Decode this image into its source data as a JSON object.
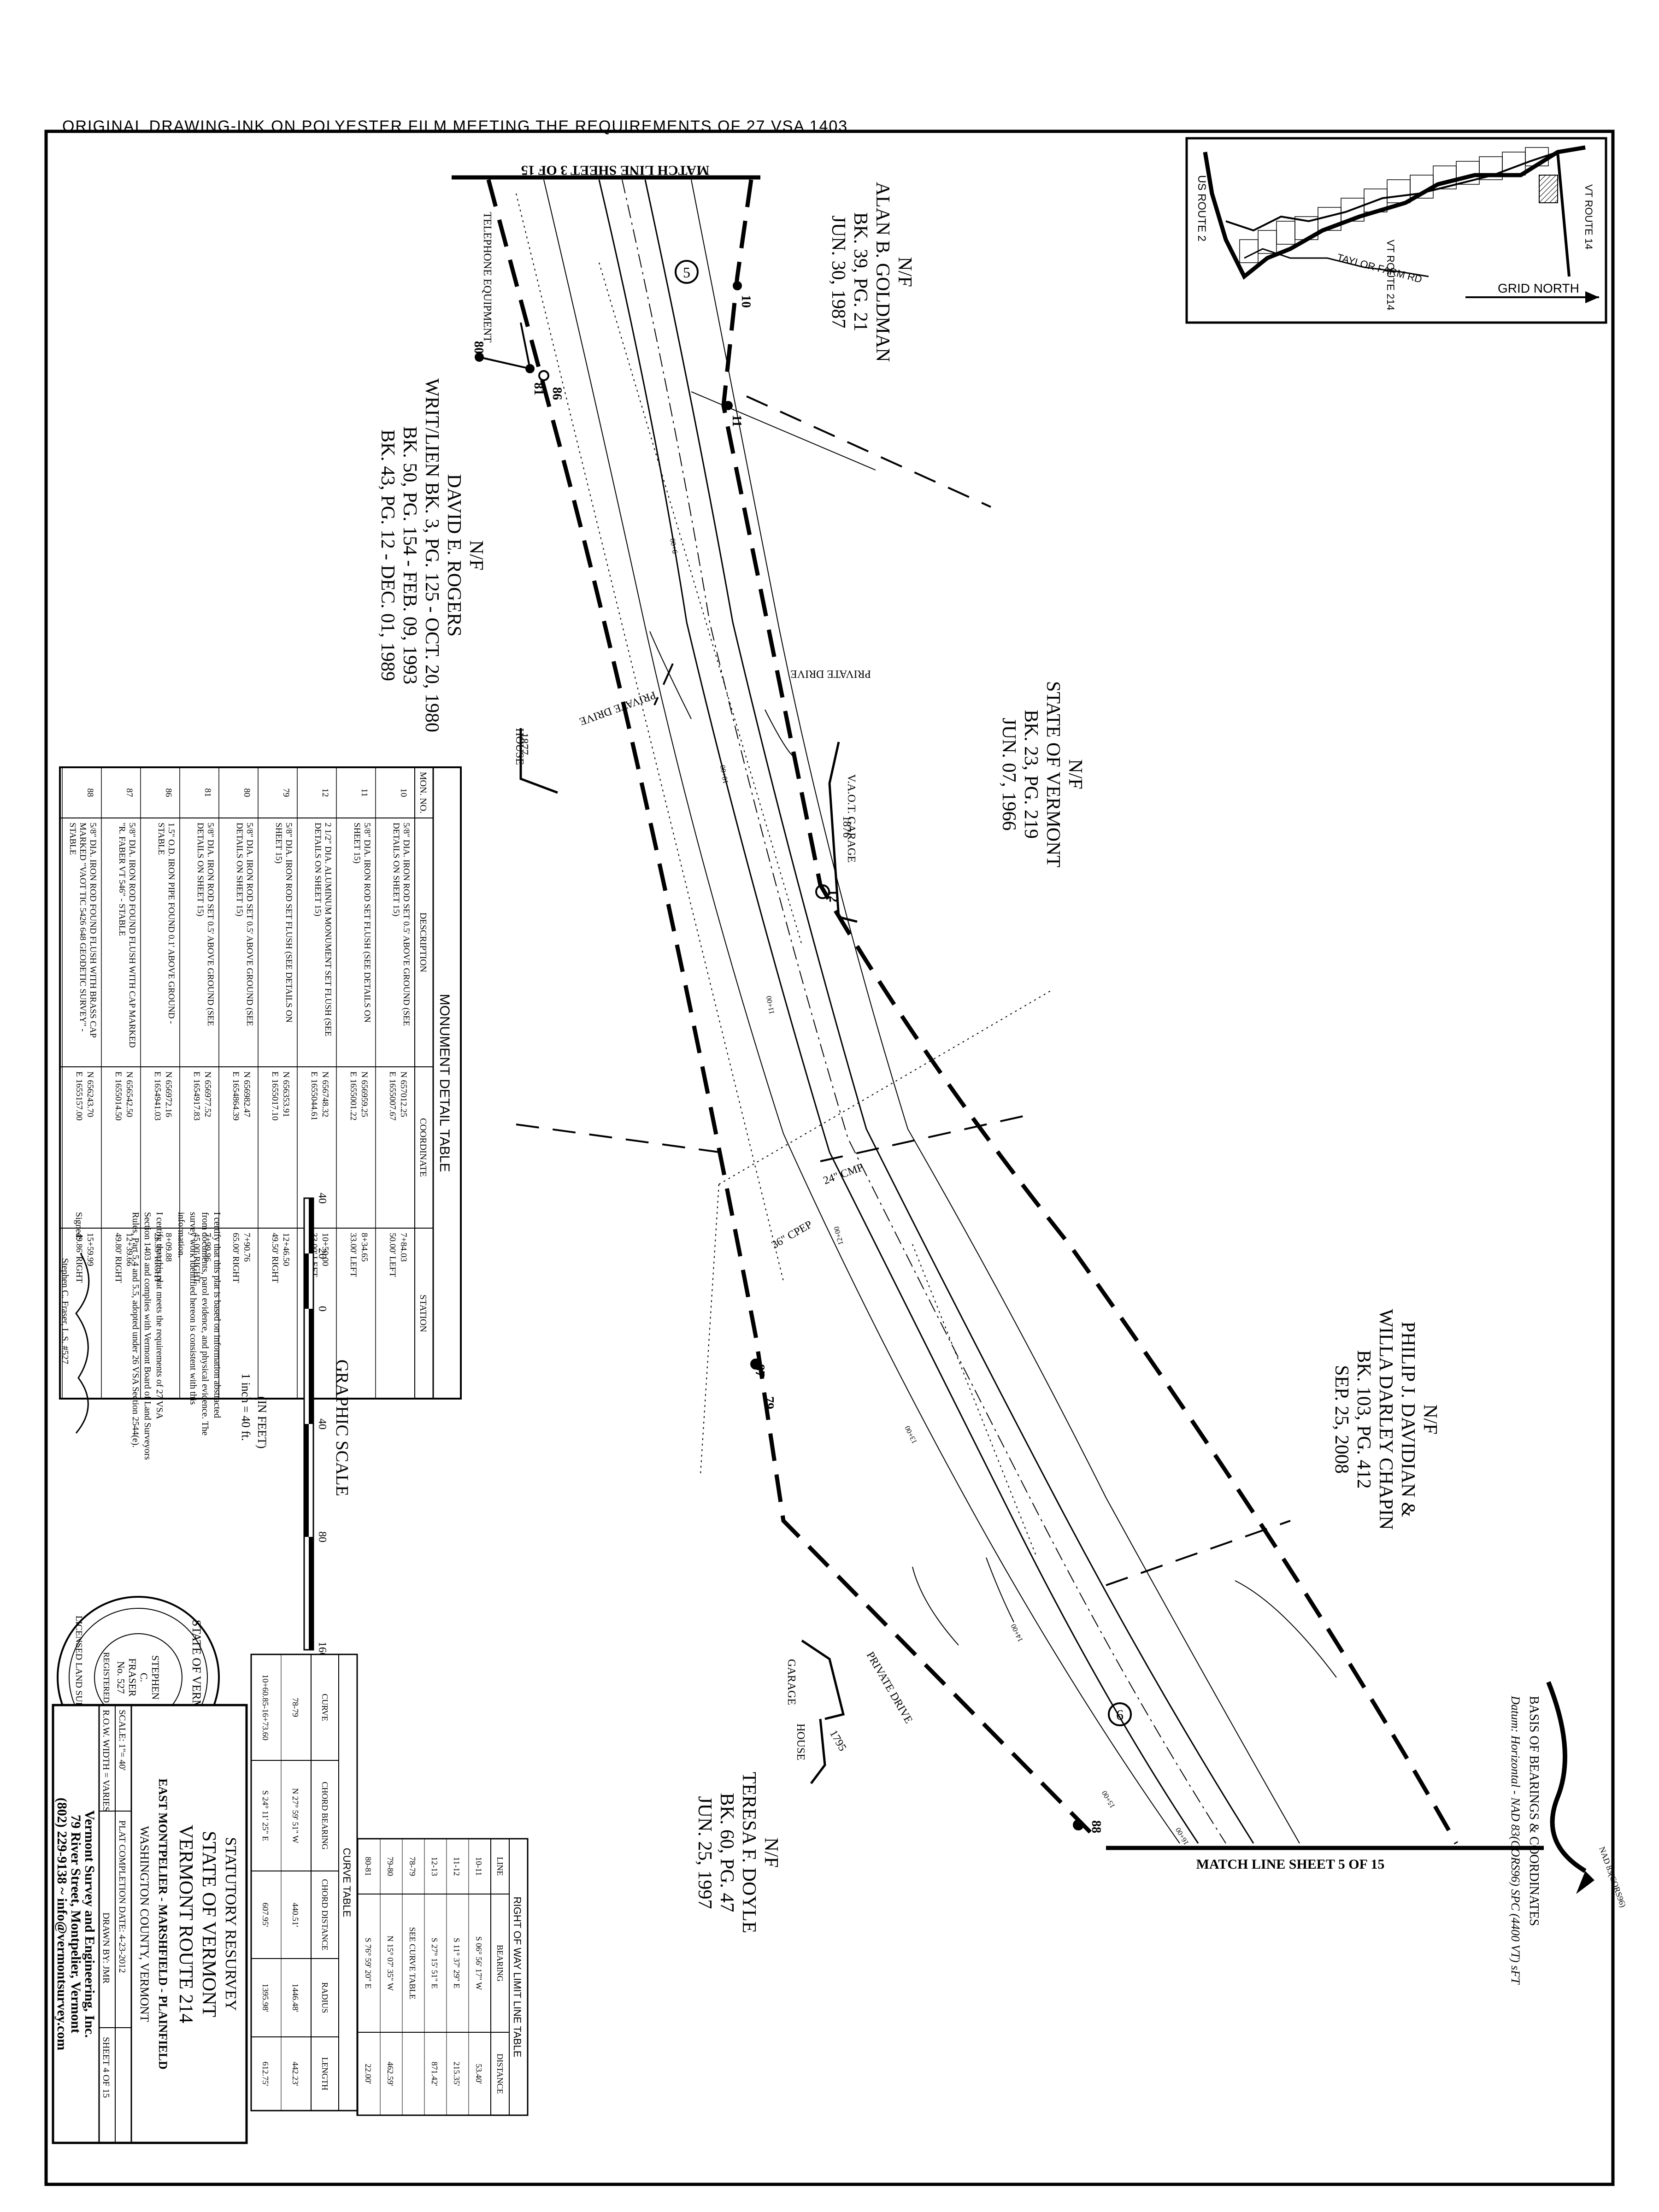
{
  "header_note": "ORIGINAL DRAWING-INK ON POLYESTER FILM MEETING THE REQUIREMENTS OF 27 VSA 1403",
  "match_lines": {
    "top": "MATCH LINE SHEET 3 OF 15",
    "bottom": "MATCH LINE SHEET 5 OF 15"
  },
  "parcels": [
    {
      "number": "5",
      "lines": [
        "N/F",
        "ALAN B. GOLDMAN",
        "BK. 39, PG. 21",
        "JUN. 30, 1987"
      ]
    },
    {
      "number": "",
      "lines": [
        "N/F",
        "DAVID E. ROGERS",
        "WRIT/LIEN BK. 3, PG. 125 - OCT. 20, 1980",
        "BK. 50, PG. 154 - FEB. 09, 1993",
        "BK. 43, PG. 12 - DEC. 01, 1989"
      ]
    },
    {
      "number": "",
      "lines": [
        "N/F",
        "STATE OF VERMONT",
        "BK. 23, PG. 219",
        "JUN. 07, 1966"
      ]
    },
    {
      "number": "",
      "lines": [
        "N/F",
        "PHILIP J. DAVIDIAN &",
        "WILLA DARLEY CHAPIN",
        "BK. 103, PG. 412",
        "SEP. 25, 2008"
      ]
    },
    {
      "number": "6",
      "lines": [
        "N/F",
        "TERESA F. DOYLE",
        "BK. 60, PG. 47",
        "JUN. 25, 1997"
      ]
    }
  ],
  "map_labels": {
    "telephone": "TELEPHONE EQUIPMENT",
    "private_drive": "PRIVATE DRIVE",
    "house": "HOUSE",
    "garage": "GARAGE",
    "vaot_garage": "V.A.O.T. GARAGE",
    "yr_1877": "1877",
    "yr_1876": "1876",
    "yr_1795": "1795",
    "cmp": "24\" CMP",
    "cpep": "36\" CPEP"
  },
  "monuments": [
    "10",
    "11",
    "12",
    "79",
    "80",
    "81",
    "86",
    "87",
    "88"
  ],
  "stations": [
    "9+00",
    "10+00",
    "11+00",
    "12+00",
    "13+00",
    "14+00",
    "15+00",
    "16+00"
  ],
  "locus_map": {
    "labels": [
      "US ROUTE 2",
      "VT ROUTE 214",
      "TAYLOR FARM RD",
      "VT ROUTE 14",
      "GRID NORTH"
    ]
  },
  "basis": {
    "title": "BASIS OF BEARINGS & COORDINATES",
    "datum": "Datum: Horizontal - NAD 83(CORS96) SPC (4400 VT) sFT",
    "arrow_label": "NAD 83(CORS96)"
  },
  "monument_table": {
    "title": "MONUMENT DETAIL TABLE",
    "headers": [
      "MON. NO.",
      "DESCRIPTION",
      "COORDINATE",
      "STATION"
    ],
    "rows": [
      [
        "10",
        "5/8\" DIA. IRON ROD SET 0.5' ABOVE GROUND (SEE DETAILS ON SHEET 15)",
        "N 657012.25 E 1655007.67",
        "7+84.03 50.00' LEFT"
      ],
      [
        "11",
        "5/8\" DIA. IRON ROD SET FLUSH (SEE DETAILS ON SHEET 15)",
        "N 656959.25 E 1655001.22",
        "8+34.65 33.00' LEFT"
      ],
      [
        "12",
        "2 1/2\" DIA. ALUMINUM MONUMENT SET FLUSH (SEE DETAILS ON SHEET 15)",
        "N 656748.32 E 1655044.61",
        "10+50.00 33.00' LEFT"
      ],
      [
        "79",
        "5/8\" DIA. IRON ROD SET FLUSH (SEE DETAILS ON SHEET 15)",
        "N 656353.91 E 1655017.10",
        "12+46.50 49.50' RIGHT"
      ],
      [
        "80",
        "5/8\" DIA. IRON ROD SET 0.5' ABOVE GROUND (SEE DETAILS ON SHEET 15)",
        "N 656982.47 E 1654864.39",
        "7+90.76 65.00' RIGHT"
      ],
      [
        "81",
        "5/8\" DIA. IRON ROD SET 0.5' ABOVE GROUND (SEE DETAILS ON SHEET 15)",
        "N 656977.52 E 1654917.83",
        "7+99.96 45.00' RIGHT"
      ],
      [
        "86",
        "1.5\" O.D. IRON PIPE FOUND 0.1' ABOVE GROUND - STABLE",
        "N 656972.16 E 1654941.03",
        "8+09.88 26.35' RIGHT"
      ],
      [
        "87",
        "5/8\" DIA. IRON ROD FOUND FLUSH WITH CAP MARKED \"R. FABER VT 546\" - STABLE",
        "N 656542.50 E 1655014.50",
        "12+39.66 49.80' RIGHT"
      ],
      [
        "88",
        "5/8\" DIA. IRON ROD FOUND FLUSH WITH BRASS CAP MARKED \"VAOT TIC 5426 648 GEODETIC SURVEY\" - STABLE",
        "N 656243.70 E 1655157.00",
        "15+59.99 49.86' RIGHT"
      ]
    ]
  },
  "row_table": {
    "title": "RIGHT OF WAY LIMIT LINE TABLE",
    "headers": [
      "LINE",
      "BEARING",
      "DISTANCE"
    ],
    "rows": [
      [
        "10-11",
        "S 06° 56' 17\" W",
        "53.40'"
      ],
      [
        "11-12",
        "S 11° 37' 29\" E",
        "215.35'"
      ],
      [
        "12-13",
        "S 27° 15' 51\" E",
        "871.42'"
      ],
      [
        "78-79",
        "SEE CURVE TABLE",
        ""
      ],
      [
        "79-80",
        "N 15° 07' 35\" W",
        "462.59'"
      ],
      [
        "80-81",
        "S 76° 59' 20\" E",
        "22.00'"
      ]
    ]
  },
  "curve_table": {
    "title": "CURVE TABLE",
    "headers": [
      "CURVE",
      "CHORD BEARING",
      "CHORD DISTANCE",
      "RADIUS",
      "LENGTH"
    ],
    "rows": [
      [
        "78-79",
        "N 27° 59' 51\" W",
        "440.51'",
        "1446.48'",
        "442.23'"
      ],
      [
        "10+60.85-16+73.60",
        "S 24° 11' 25\" E",
        "607.95'",
        "1395.98'",
        "612.75'"
      ]
    ]
  },
  "graphic_scale": {
    "title": "GRAPHIC SCALE",
    "ticks": [
      "40",
      "20",
      "0",
      "40",
      "80",
      "160"
    ],
    "unit": "(IN FEET)",
    "ratio": "1 inch = 40 ft."
  },
  "certification": {
    "para1": "I certify that this plat is based on information abstracted from documents, parol evidence, and physical evidence. The survey work identified hereon is consistent with this information.",
    "para2": "I certify that this plat meets the requirements of 27 VSA Section 1403 and complies with Vermont Board of Land Surveyors Rules, Part 5.4 and 5.5, adopted under 26 VSA Section 2544(e).",
    "signed": "Signed:",
    "signer": "Stephen C. Fraser, L.S. #527"
  },
  "seal": {
    "top": "STATE OF VERMONT",
    "name1": "STEPHEN",
    "name2": "C.",
    "name3": "FRASER",
    "number": "No. 527",
    "bottom": "LICENSED LAND SURVEYOR",
    "registered": "REGISTERED"
  },
  "title_block": {
    "line1": "STATUTORY RESURVEY",
    "line2": "STATE OF VERMONT",
    "line3": "VERMONT ROUTE 214",
    "line4": "EAST MONTPELIER - MARSHFIELD - PLAINFIELD",
    "line5": "WASHINGTON COUNTY, VERMONT",
    "scale": "SCALE: 1\"= 40'",
    "completion": "PLAT COMPLETION DATE: 4-23-2012",
    "row_width": "R.O.W. WIDTH = VARIES",
    "drawn": "DRAWN BY: JMR",
    "sheet": "SHEET 4 OF 15",
    "firm": "Vermont Survey and Engineering, Inc.",
    "address": "79 River Street, Montpelier, Vermont",
    "contact": "(802) 229-9138 ~ info@vermontsurvey.com"
  }
}
